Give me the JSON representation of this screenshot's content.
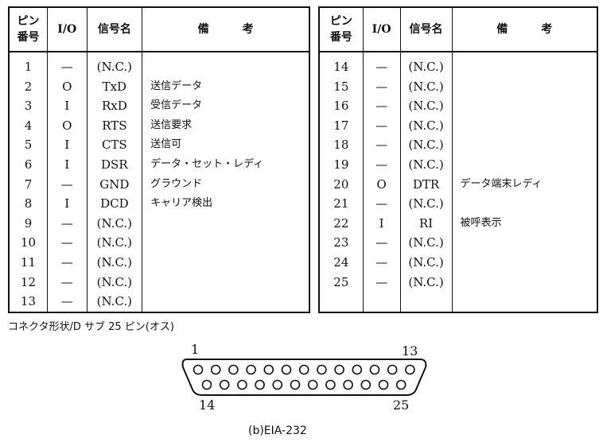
{
  "headers": {
    "pin": "ピン\n番号",
    "io": "I/O",
    "signal": "信号名",
    "remarks": "備　　　考"
  },
  "left_rows": [
    {
      "pin": "1",
      "io": "—",
      "signal": "(N.C.)",
      "remarks": ""
    },
    {
      "pin": "2",
      "io": "O",
      "signal": "TxD",
      "remarks": "送信データ"
    },
    {
      "pin": "3",
      "io": "I",
      "signal": "RxD",
      "remarks": "受信データ"
    },
    {
      "pin": "4",
      "io": "O",
      "signal": "RTS",
      "remarks": "送信要求"
    },
    {
      "pin": "5",
      "io": "I",
      "signal": "CTS",
      "remarks": "送信可"
    },
    {
      "pin": "6",
      "io": "I",
      "signal": "DSR",
      "remarks": "データ・セット・レディ"
    },
    {
      "pin": "7",
      "io": "—",
      "signal": "GND",
      "remarks": "グラウンド"
    },
    {
      "pin": "8",
      "io": "I",
      "signal": "DCD",
      "remarks": "キャリア検出"
    },
    {
      "pin": "9",
      "io": "—",
      "signal": "(N.C.)",
      "remarks": ""
    },
    {
      "pin": "10",
      "io": "—",
      "signal": "(N.C.)",
      "remarks": ""
    },
    {
      "pin": "11",
      "io": "—",
      "signal": "(N.C.)",
      "remarks": ""
    },
    {
      "pin": "12",
      "io": "—",
      "signal": "(N.C.)",
      "remarks": ""
    },
    {
      "pin": "13",
      "io": "—",
      "signal": "(N.C.)",
      "remarks": ""
    }
  ],
  "right_rows": [
    {
      "pin": "14",
      "io": "—",
      "signal": "(N.C.)",
      "remarks": ""
    },
    {
      "pin": "15",
      "io": "—",
      "signal": "(N.C.)",
      "remarks": ""
    },
    {
      "pin": "16",
      "io": "—",
      "signal": "(N.C.)",
      "remarks": ""
    },
    {
      "pin": "17",
      "io": "—",
      "signal": "(N.C.)",
      "remarks": ""
    },
    {
      "pin": "18",
      "io": "—",
      "signal": "(N.C.)",
      "remarks": ""
    },
    {
      "pin": "19",
      "io": "—",
      "signal": "(N.C.)",
      "remarks": ""
    },
    {
      "pin": "20",
      "io": "O",
      "signal": "DTR",
      "remarks": "データ端末レディ"
    },
    {
      "pin": "21",
      "io": "—",
      "signal": "(N.C.)",
      "remarks": ""
    },
    {
      "pin": "22",
      "io": "I",
      "signal": "RI",
      "remarks": "被呼表示"
    },
    {
      "pin": "23",
      "io": "—",
      "signal": "(N.C.)",
      "remarks": ""
    },
    {
      "pin": "24",
      "io": "—",
      "signal": "(N.C.)",
      "remarks": ""
    },
    {
      "pin": "25",
      "io": "—",
      "signal": "(N.C.)",
      "remarks": ""
    }
  ],
  "connector_caption": "コネクタ形状/D サブ 25 ピン(オス)",
  "connector_labels": {
    "pin1": "1",
    "pin13": "13",
    "pin14": "14",
    "pin25": "25"
  },
  "figure_caption": "(b)EIA-232"
}
